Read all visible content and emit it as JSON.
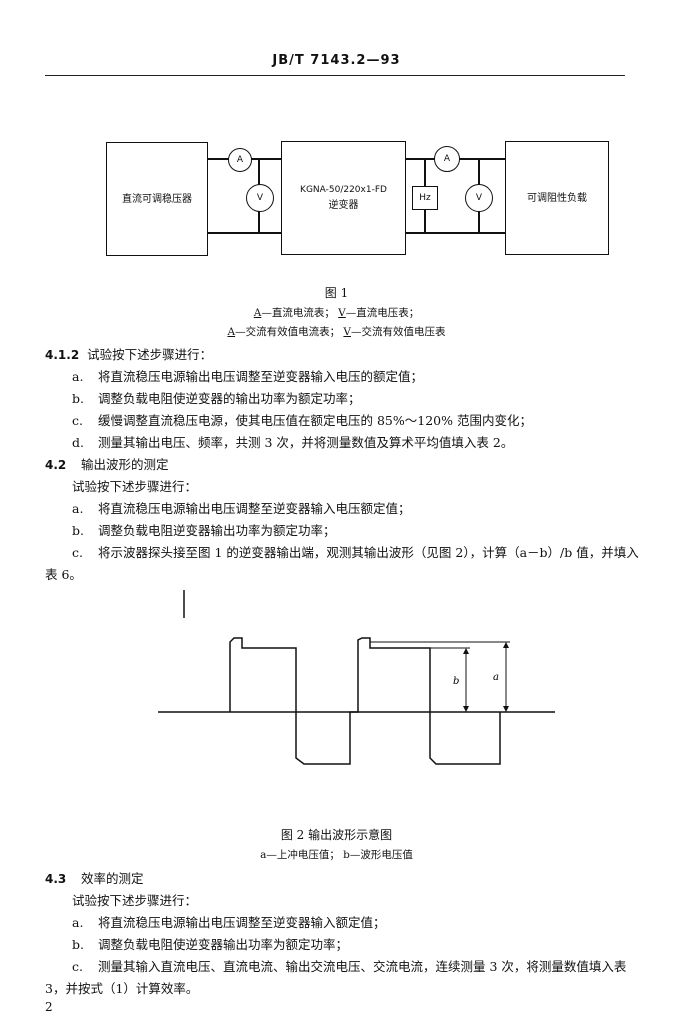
{
  "header": {
    "title": "JB/T 7143.2—93"
  },
  "figure1": {
    "box_source": "直流可调稳压器",
    "box_inverter_line1": "KGNA-50/220x1-FD",
    "box_inverter_line2": "逆变器",
    "box_load": "可调阻性负载",
    "meter_dc_a": "A",
    "meter_dc_v": "V",
    "meter_ac_a": "A",
    "meter_hz": "Hz",
    "meter_ac_v": "V",
    "caption": "图 1",
    "legend_line1_a": "A",
    "legend_line1_a_text": "—直流电流表；",
    "legend_line1_v": "V",
    "legend_line1_v_text": "—直流电压表；",
    "legend_line2_a": "A",
    "legend_line2_a_text": "—交流有效值电流表；",
    "legend_line2_v": "V",
    "legend_line2_v_text": "—交流有效值电压表"
  },
  "section_412": {
    "num": "4.1.2",
    "title": "试验按下述步骤进行：",
    "items": [
      {
        "mark": "a.",
        "text": "将直流稳压电源输出电压调整至逆变器输入电压的额定值；"
      },
      {
        "mark": "b.",
        "text": "调整负载电阻使逆变器的输出功率为额定功率；"
      },
      {
        "mark": "c.",
        "text": "缓慢调整直流稳压电源，使其电压值在额定电压的 85%～120% 范围内变化；"
      },
      {
        "mark": "d.",
        "text": "测量其输出电压、频率，共测 3 次，并将测量数值及算术平均值填入表 2。"
      }
    ]
  },
  "section_42": {
    "num": "4.2",
    "title": "输出波形的测定",
    "intro": "试验按下述步骤进行：",
    "items": [
      {
        "mark": "a.",
        "text": "将直流稳压电源输出电压调整至逆变器输入电压额定值；"
      },
      {
        "mark": "b.",
        "text": "调整负载电阻逆变器输出功率为额定功率；"
      },
      {
        "mark": "c.",
        "text": "将示波器探头接至图 1 的逆变器输出端，观测其输出波形（见图 2），计算（a－b）/b 值，并填入"
      }
    ],
    "continuation": "表 6。"
  },
  "figure2": {
    "label_b": "b",
    "label_a": "a",
    "caption": "图 2   输出波形示意图",
    "legend": "a—上冲电压值；  b—波形电压值"
  },
  "section_43": {
    "num": "4.3",
    "title": "效率的测定",
    "intro": "试验按下述步骤进行：",
    "items": [
      {
        "mark": "a.",
        "text": "将直流稳压电源输出电压调整至逆变器输入额定值；"
      },
      {
        "mark": "b.",
        "text": "调整负载电阻使逆变器输出功率为额定功率；"
      },
      {
        "mark": "c.",
        "text": "测量其输入直流电压、直流电流、输出交流电压、交流电流，连续测量 3 次，将测量数值填入表"
      }
    ],
    "continuation": "3，并按式（1）计算效率。"
  },
  "footer": {
    "page": "2"
  }
}
